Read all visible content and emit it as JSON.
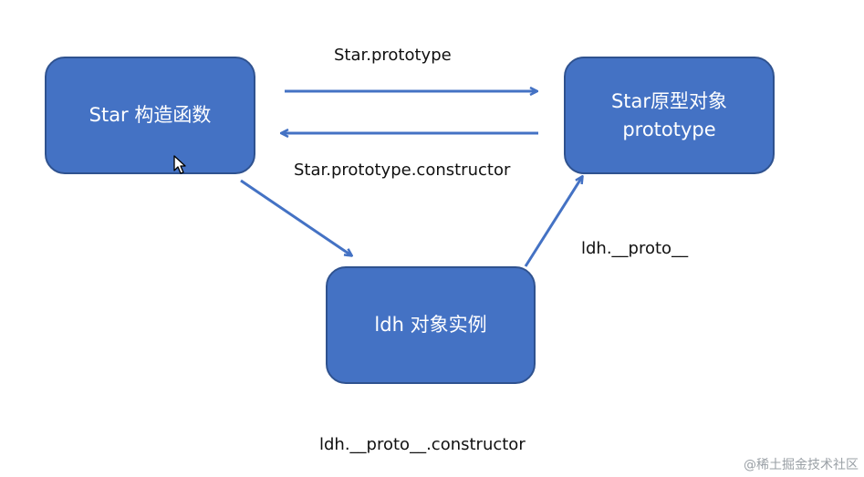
{
  "nodes": {
    "constructor": {
      "text": "Star 构造函数"
    },
    "prototype": {
      "line1": "Star原型对象",
      "line2": "prototype"
    },
    "instance": {
      "text": "ldh 对象实例"
    }
  },
  "edges": {
    "star_prototype": "Star.prototype",
    "star_prototype_constructor": "Star.prototype.constructor",
    "ldh_proto": "ldh.__proto__",
    "ldh_proto_constructor": "ldh.__proto__.constructor"
  },
  "watermark": "@稀土掘金技术社区",
  "colors": {
    "node_fill": "#4472c4",
    "node_border": "#2f528f",
    "arrow": "#4472c4"
  },
  "icons": {
    "cursor": "mouse-pointer-icon"
  }
}
